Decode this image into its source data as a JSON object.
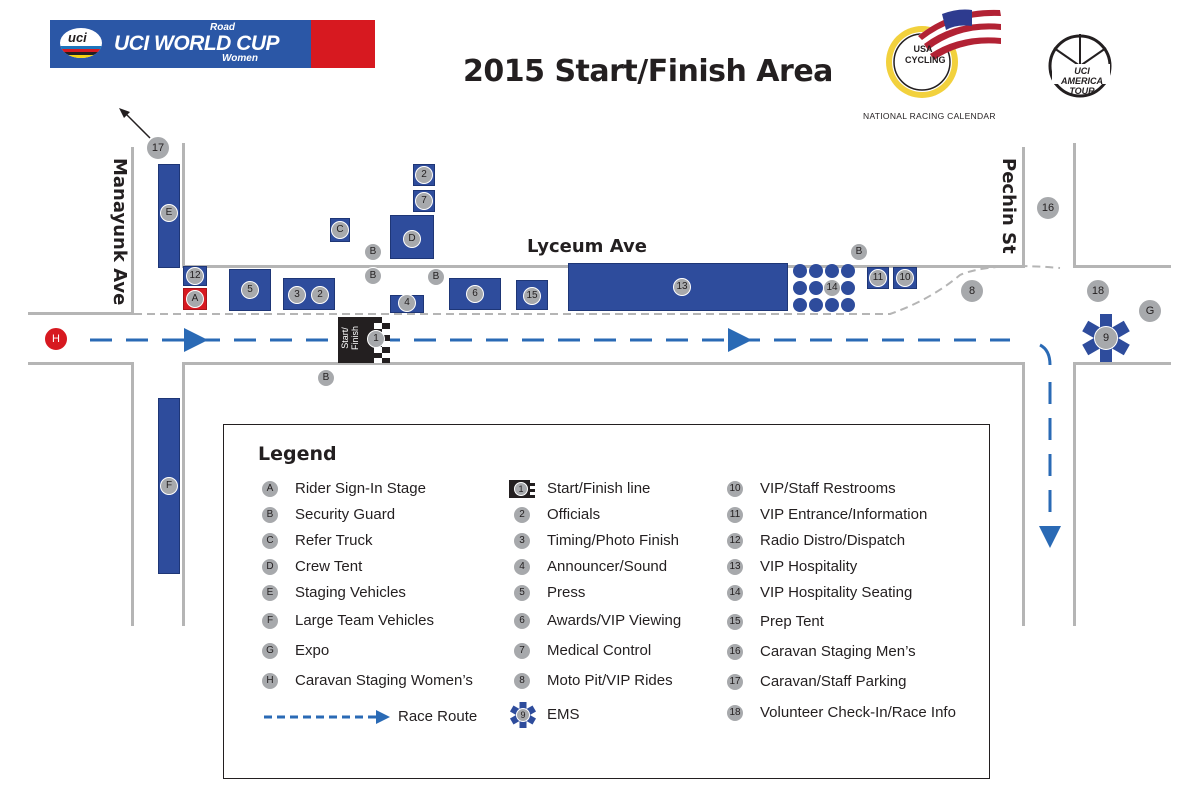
{
  "title": "2015 Start/Finish Area",
  "logos": {
    "uci_badge": "uci",
    "uci_road": "Road",
    "uci_world_cup": "UCI WORLD CUP",
    "uci_women": "Women",
    "usa_cycling": "USA CYCLING",
    "national_calendar": "NATIONAL RACING CALENDAR",
    "uci_america": "UCI AMERICA TOUR"
  },
  "streets": {
    "manayunk": "Manayunk Ave",
    "lyceum": "Lyceum Ave",
    "pechin": "Pechin St"
  },
  "start_finish_label": "Start/ Finish",
  "markers": {
    "a": "A",
    "b": "B",
    "c": "C",
    "d": "D",
    "e": "E",
    "f": "F",
    "g": "G",
    "h": "H",
    "n1": "1",
    "n2": "2",
    "n3": "3",
    "n4": "4",
    "n5": "5",
    "n6": "6",
    "n7": "7",
    "n8": "8",
    "n9": "9",
    "n10": "10",
    "n11": "11",
    "n12": "12",
    "n13": "13",
    "n14": "14",
    "n15": "15",
    "n16": "16",
    "n17": "17",
    "n18": "18"
  },
  "legend": {
    "title": "Legend",
    "col1": [
      {
        "key": "A",
        "label": "Rider Sign-In Stage"
      },
      {
        "key": "B",
        "label": "Security Guard"
      },
      {
        "key": "C",
        "label": "Refer Truck"
      },
      {
        "key": "D",
        "label": "Crew Tent"
      },
      {
        "key": "E",
        "label": "Staging Vehicles"
      },
      {
        "key": "F",
        "label": "Large Team Vehicles"
      },
      {
        "key": "G",
        "label": "Expo"
      },
      {
        "key": "H",
        "label": "Caravan Staging Women’s"
      }
    ],
    "race_route": "Race Route",
    "col2": [
      {
        "key": "1",
        "label": "Start/Finish line"
      },
      {
        "key": "2",
        "label": "Officials"
      },
      {
        "key": "3",
        "label": "Timing/Photo Finish"
      },
      {
        "key": "4",
        "label": "Announcer/Sound"
      },
      {
        "key": "5",
        "label": "Press"
      },
      {
        "key": "6",
        "label": "Awards/VIP Viewing"
      },
      {
        "key": "7",
        "label": "Medical Control"
      },
      {
        "key": "8",
        "label": "Moto Pit/VIP Rides"
      },
      {
        "key": "9",
        "label": "EMS"
      }
    ],
    "col3": [
      {
        "key": "10",
        "label": "VIP/Staff Restrooms"
      },
      {
        "key": "11",
        "label": "VIP Entrance/Information"
      },
      {
        "key": "12",
        "label": "Radio Distro/Dispatch"
      },
      {
        "key": "13",
        "label": "VIP Hospitality"
      },
      {
        "key": "14",
        "label": "VIP Hospitality Seating"
      },
      {
        "key": "15",
        "label": "Prep Tent"
      },
      {
        "key": "16",
        "label": "Caravan Staging Men’s"
      },
      {
        "key": "17",
        "label": "Caravan/Staff Parking"
      },
      {
        "key": "18",
        "label": "Volunteer Check-In/Race Info"
      }
    ]
  },
  "colors": {
    "tent_blue": "#2e4c9c",
    "route_blue": "#2a6ab5",
    "marker_gray": "#a7a9ac",
    "road_gray": "#b5b5b5",
    "uci_red": "#d71920"
  }
}
